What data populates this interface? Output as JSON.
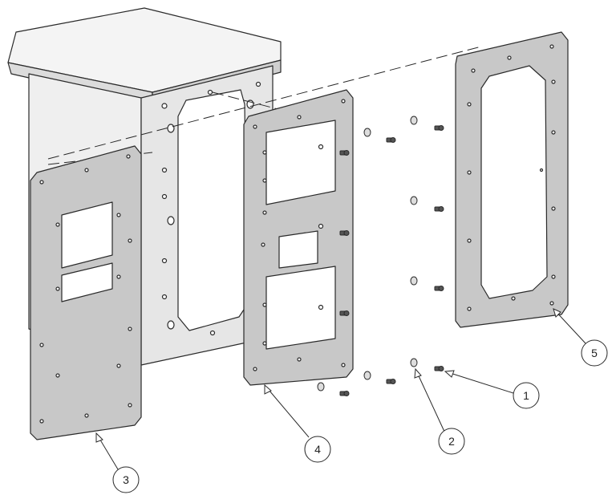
{
  "diagram": {
    "kind": "exploded-assembly",
    "colors": {
      "outline": "#2a2a2a",
      "panel_fill": "#c8c8c8",
      "cabinet_fill": "#e9e9e9",
      "hole": "#ffffff",
      "background": "#ffffff"
    },
    "callouts": [
      {
        "id": "1",
        "label": "1"
      },
      {
        "id": "2",
        "label": "2"
      },
      {
        "id": "3",
        "label": "3"
      },
      {
        "id": "4",
        "label": "4"
      },
      {
        "id": "5",
        "label": "5"
      }
    ]
  }
}
